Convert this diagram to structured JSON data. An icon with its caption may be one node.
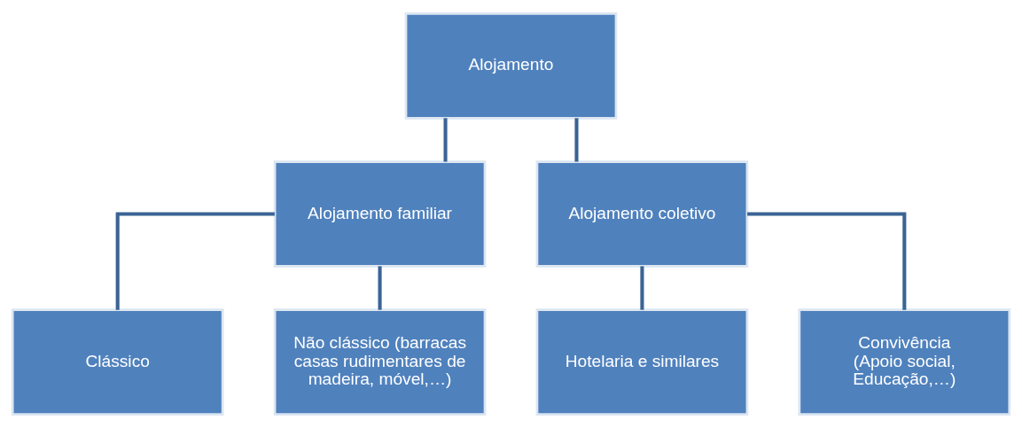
{
  "diagram": {
    "nodes": [
      {
        "text": [
          "Alojamento"
        ]
      },
      {
        "text": [
          "Alojamento familiar"
        ]
      },
      {
        "text": [
          "Alojamento coletivo"
        ]
      },
      {
        "text": [
          "Clássico"
        ]
      },
      {
        "text": [
          "Não clássico (barracas casas rudimentares de madeira, móvel,…)"
        ]
      },
      {
        "text": [
          "Hotelaria e similares"
        ]
      },
      {
        "text": [
          "Convivência",
          "(Apoio social, Educação,…)"
        ]
      }
    ],
    "edges": [
      {
        "from": 0,
        "to": 1,
        "arrow": "none"
      },
      {
        "from": 0,
        "to": 2,
        "arrow": "none"
      },
      {
        "from": 1,
        "to": 3,
        "arrow": "none"
      },
      {
        "from": 1,
        "to": 4,
        "arrow": "none"
      },
      {
        "from": 2,
        "to": 5,
        "arrow": "none"
      },
      {
        "from": 2,
        "to": 6,
        "arrow": "none"
      }
    ]
  }
}
